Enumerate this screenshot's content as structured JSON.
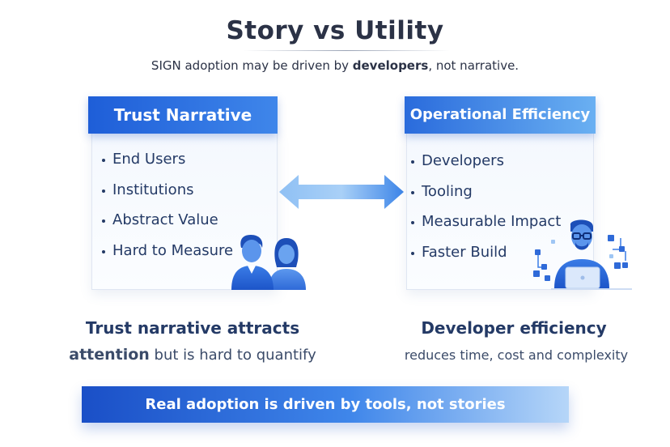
{
  "title": "Story vs Utility",
  "subtitle": {
    "before": "SIGN adoption may be driven by ",
    "bold": "developers",
    "after": ", not narrative."
  },
  "left_panel": {
    "header": "Trust Narrative",
    "items": [
      "End Users",
      "Institutions",
      "Abstract Value",
      "Hard to Measure"
    ],
    "caption_head": "Trust narrative attracts",
    "caption_bold": "attention",
    "caption_rest": " but is hard to quantify"
  },
  "right_panel": {
    "header": "Operational Efficiency",
    "items": [
      "Developers",
      "Tooling",
      "Measurable Impact",
      "Faster Build"
    ],
    "caption_head": "Developer efficiency",
    "caption_body": "reduces time, cost and complexity"
  },
  "banner": "Real adoption is driven by tools, not stories",
  "colors": {
    "primary_blue": "#1e5ed8",
    "light_blue": "#6ab0f2",
    "text_navy": "#243a66"
  },
  "icons": {
    "arrow": "double-arrow-icon",
    "left_illustration": "people-icon",
    "right_illustration": "developer-laptop-icon"
  }
}
